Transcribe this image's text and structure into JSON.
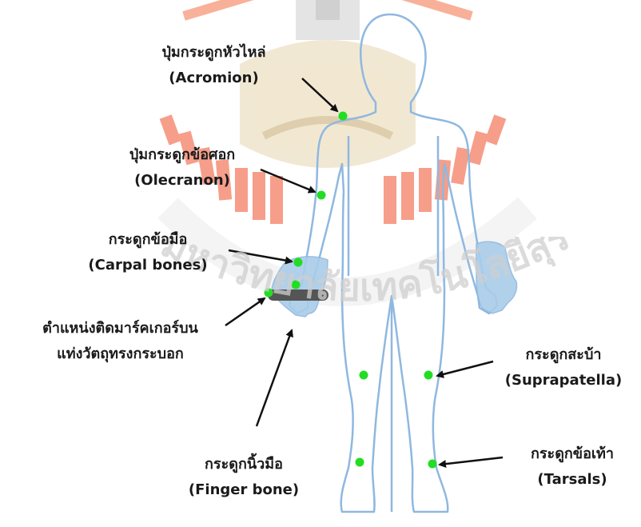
{
  "watermark": {
    "text": "มหาวิทยาลัยเทคโนโลยีสุรนารี",
    "color": "#f7a388"
  },
  "figure": {
    "body_outline_color": "#8fb8e0",
    "hand_fill_color": "#a9cde9",
    "marker_color": "#22dd22",
    "cylinder_color": "#555555",
    "arrow_color": "#111111"
  },
  "labels": {
    "acromion": {
      "th": "ปุ่มกระดูกหัวไหล่",
      "en": "(Acromion)"
    },
    "olecranon": {
      "th": "ปุ่มกระดูกข้อศอก",
      "en": "(Olecranon)"
    },
    "carpal": {
      "th": "กระดูกข้อมือ",
      "en": "(Carpal bones)"
    },
    "marker_cylinder": {
      "th1": "ตำแหน่งติดมาร์คเกอร์บน",
      "th2": "แท่งวัตถุทรงกระบอก"
    },
    "patella": {
      "th": "กระดูกสะบ้า",
      "en": "(Suprapatella)"
    },
    "finger": {
      "th": "กระดูกนิ้วมือ",
      "en": "(Finger bone)"
    },
    "tarsals": {
      "th": "กระดูกข้อเท้า",
      "en": "(Tarsals)"
    }
  }
}
